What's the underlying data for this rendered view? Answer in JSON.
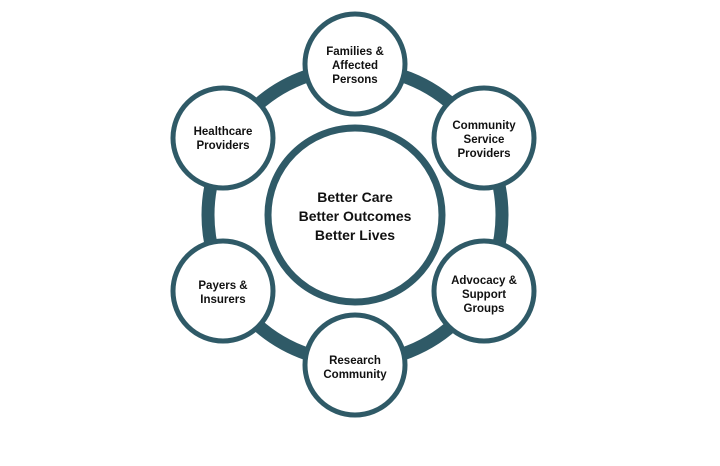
{
  "center": {
    "lines": [
      "Better Care",
      "Better Outcomes",
      "Better Lives"
    ]
  },
  "stakeholders": [
    {
      "id": "families",
      "lines": [
        "Families &",
        "Affected",
        "Persons"
      ]
    },
    {
      "id": "community",
      "lines": [
        "Community",
        "Service",
        "Providers"
      ]
    },
    {
      "id": "advocacy",
      "lines": [
        "Advocacy &",
        "Support",
        "Groups"
      ]
    },
    {
      "id": "research",
      "lines": [
        "Research",
        "Community"
      ]
    },
    {
      "id": "payers",
      "lines": [
        "Payers &",
        "Insurers"
      ]
    },
    {
      "id": "healthcare",
      "lines": [
        "Healthcare",
        "Providers"
      ]
    }
  ],
  "colors": {
    "accent": "#2f5a67",
    "text": "#111111",
    "background": "#ffffff"
  }
}
